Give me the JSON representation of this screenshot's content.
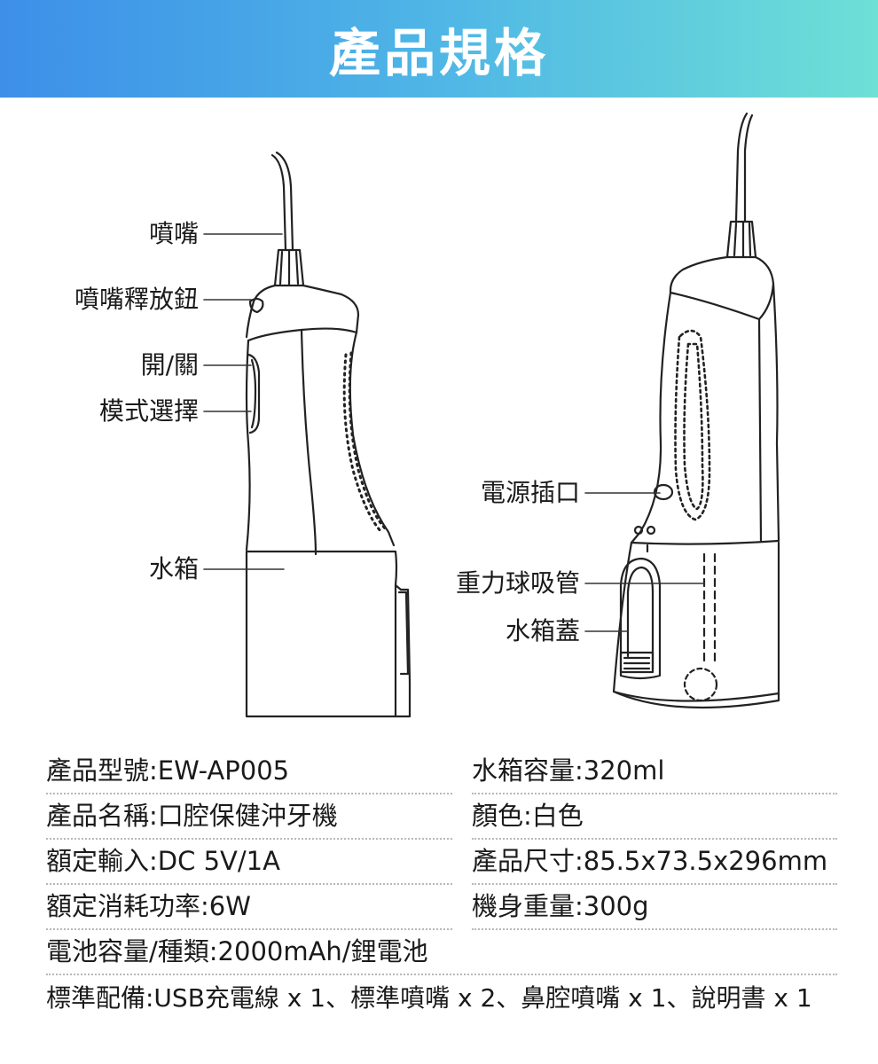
{
  "header": {
    "title": "產品規格"
  },
  "callouts": {
    "nozzle": "噴嘴",
    "nozzle_release": "噴嘴釋放鈕",
    "power": "開/關",
    "mode": "模式選擇",
    "tank": "水箱",
    "power_port": "電源插口",
    "gravity_tube": "重力球吸管",
    "tank_lid": "水箱蓋"
  },
  "specs": {
    "model": "產品型號:EW-AP005",
    "capacity": "水箱容量:320ml",
    "name": "產品名稱:口腔保健沖牙機",
    "color": "顏色:白色",
    "input": "額定輸入:DC 5V/1A",
    "size": "產品尺寸:85.5x73.5x296mm",
    "power": "額定消耗功率:6W",
    "weight": "機身重量:300g",
    "battery": "電池容量/種類:2000mAh/鋰電池",
    "accessories": "標準配備:USB充電線 x 1、標準噴嘴 x 2、鼻腔噴嘴 x 1、說明書 x 1"
  }
}
